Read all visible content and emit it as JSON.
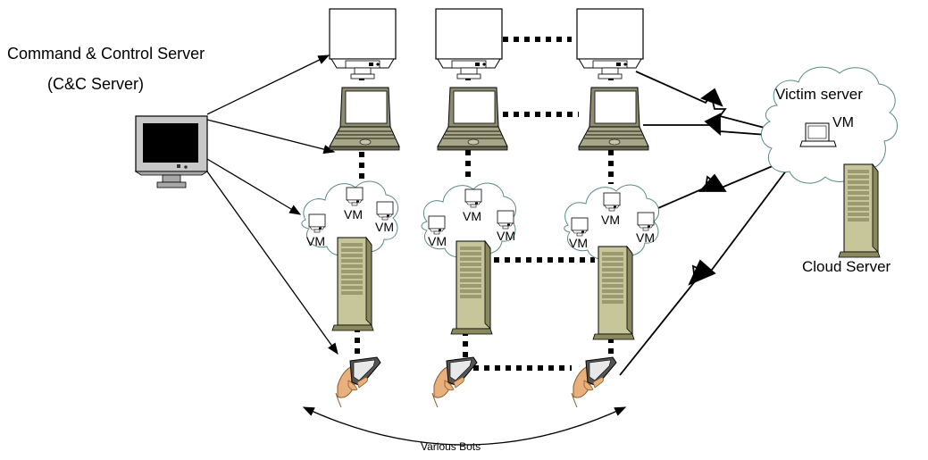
{
  "labels": {
    "cc_title": "Command & Control Server",
    "cc_subtitle": "(C&C Server)",
    "victim_server": "Victim server",
    "victim_vm": "VM",
    "cloud_server": "Cloud Server",
    "various_bots": "Various Bots"
  },
  "vm_labels": [
    "VM",
    "VM",
    "VM",
    "VM",
    "VM",
    "VM",
    "VM",
    "VM",
    "VM"
  ],
  "colors": {
    "line": "#000000",
    "device_gray": "#c8c8c8",
    "laptop_olive": "#8e8c70",
    "laptop_dark": "#6b6950",
    "server_body": "#c7c69a",
    "server_dark": "#8a895e",
    "cloud_stroke": "#5a8a8a",
    "cloud_fill": "#ffffff",
    "skin": "#e8b07c",
    "skin_stroke": "#8a5a2a",
    "screen_black": "#000000"
  }
}
